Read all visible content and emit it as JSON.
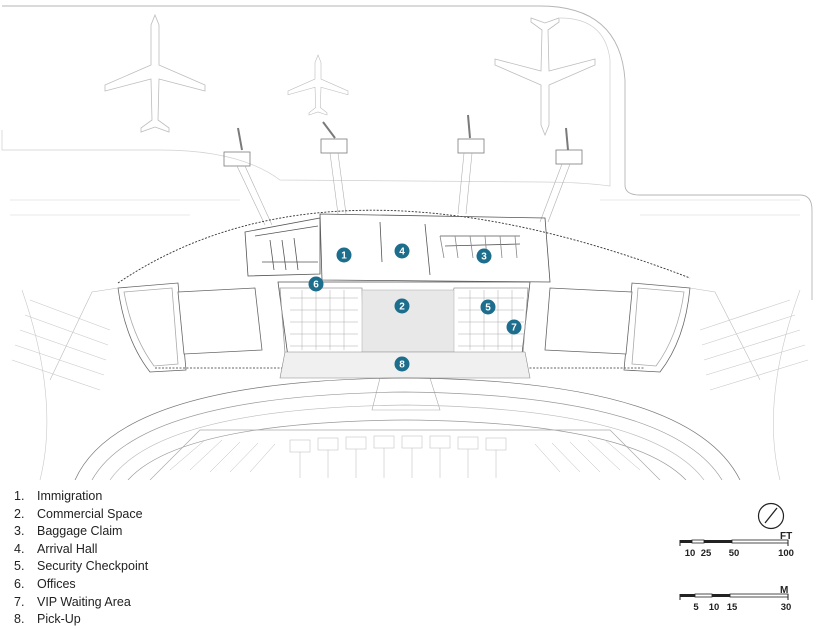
{
  "legend": [
    {
      "num": "1.",
      "label": "Immigration"
    },
    {
      "num": "2.",
      "label": "Commercial Space"
    },
    {
      "num": "3.",
      "label": "Baggage Claim"
    },
    {
      "num": "4.",
      "label": "Arrival Hall"
    },
    {
      "num": "5.",
      "label": "Security Checkpoint"
    },
    {
      "num": "6.",
      "label": "Offices"
    },
    {
      "num": "7.",
      "label": "VIP Waiting Area"
    },
    {
      "num": "8.",
      "label": "Pick-Up"
    }
  ],
  "markers": [
    "1",
    "2",
    "3",
    "4",
    "5",
    "6",
    "7",
    "8"
  ],
  "scale_ft": {
    "unit": "FT",
    "ticks": [
      "10",
      "25",
      "50",
      "100"
    ]
  },
  "scale_m": {
    "unit": "M",
    "ticks": [
      "5",
      "10",
      "15",
      "30"
    ]
  },
  "colors": {
    "marker": "#1d6d8c",
    "line": "#8e8e8e",
    "light_line": "#c4c4c4",
    "text": "#222222"
  }
}
